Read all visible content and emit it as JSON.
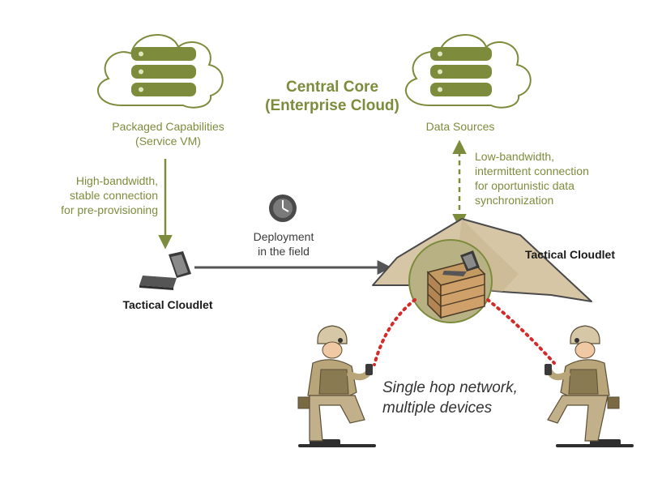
{
  "diagram": {
    "central_core": {
      "line1": "Central Core",
      "line2": "(Enterprise Cloud)"
    },
    "packaged_capabilities": {
      "line1": "Packaged Capabilities",
      "line2": "(Service VM)"
    },
    "data_sources": {
      "label": "Data Sources"
    },
    "high_bandwidth": {
      "line1": "High-bandwidth,",
      "line2": "stable connection",
      "line3": "for pre-provisioning"
    },
    "low_bandwidth": {
      "line1": "Low-bandwidth,",
      "line2": "intermittent connection",
      "line3": "for oportunistic data",
      "line4": "synchronization"
    },
    "deployment": {
      "line1": "Deployment",
      "line2": "in the field"
    },
    "tactical_cloudlet_left": "Tactical Cloudlet",
    "tactical_cloudlet_right": "Tactical Cloudlet",
    "single_hop": {
      "line1": "Single hop network,",
      "line2": "multiple devices"
    },
    "colors": {
      "accent_green": "#7d8c3c",
      "link_red": "#d42a2a",
      "tent": "#d7c6a6",
      "arrow_grey": "#555555"
    },
    "icons": [
      "cloud-server-icon",
      "clock-icon",
      "laptop-icon",
      "tent-icon",
      "crate-icon",
      "soldier-icon"
    ]
  }
}
